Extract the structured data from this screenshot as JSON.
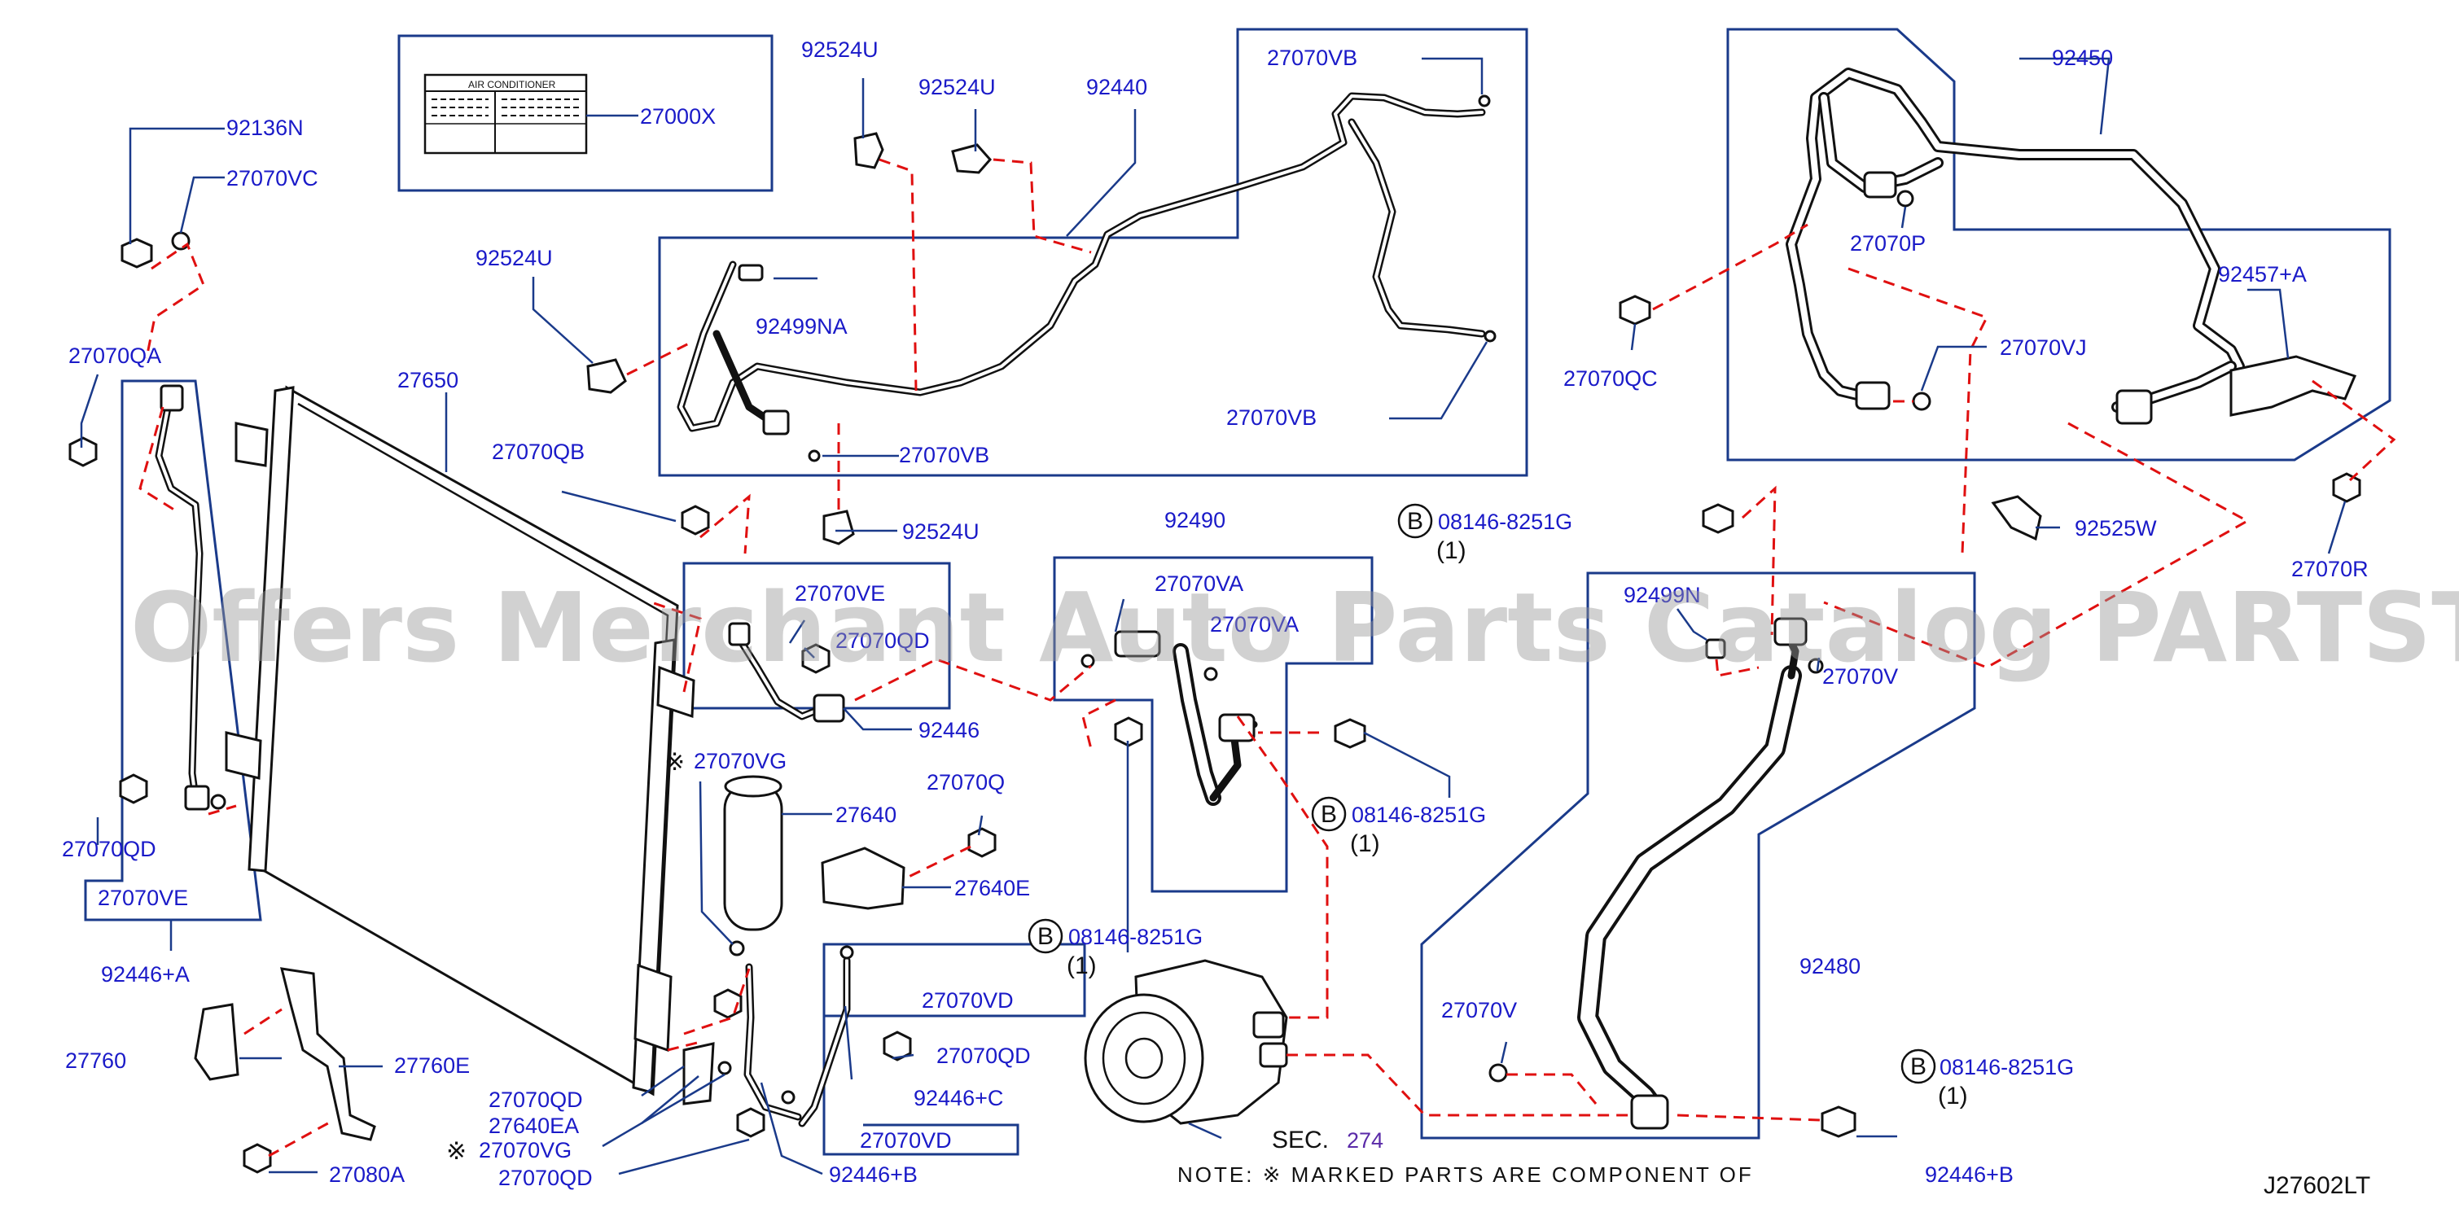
{
  "watermark": "Offers Merchant Auto Parts Catalog PARTSTORE.SA",
  "diagram_id": "J27602LT",
  "label_plate": {
    "title": "AIR    CONDITIONER",
    "part": "27000X"
  },
  "labels": {
    "p92136N": "92136N",
    "p27070VC": "27070VC",
    "p27070QA": "27070QA",
    "p27650": "27650",
    "p92524U_a": "92524U",
    "p92524U_b": "92524U",
    "p92524U_c": "92524U",
    "p92524U_d": "92524U",
    "p92440": "92440",
    "p27070VB_a": "27070VB",
    "p27070VB_b": "27070VB",
    "p27070VB_c": "27070VB",
    "p92499NA": "92499NA",
    "p27070QB": "27070QB",
    "p27070VE_a": "27070VE",
    "p27070QD_a": "27070QD",
    "p92446": "92446",
    "p92490": "92490",
    "p27070VA_a": "27070VA",
    "p27070VA_b": "27070VA",
    "p08146_a": "08146-8251G",
    "p08146_b": "08146-8251G",
    "p08146_c": "08146-8251G",
    "p08146_d": "08146-8251G",
    "qty_a": "(1)",
    "qty_b": "(1)",
    "qty_c": "(1)",
    "qty_d": "(1)",
    "p27070VG_a": "27070VG",
    "p27640": "27640",
    "p27070Q": "27070Q",
    "p27640E": "27640E",
    "p27070QD_b": "27070QD",
    "p27070VE_b": "27070VE",
    "p92446A": "92446+A",
    "p27760": "27760",
    "p27760E": "27760E",
    "p27080A": "27080A",
    "p27070QD_c": "27070QD",
    "p27640EA": "27640EA",
    "p27070VG_b": "27070VG",
    "p27070QD_d": "27070QD",
    "p92446B": "92446+B",
    "p27070VD_a": "27070VD",
    "p27070QD_e": "27070QD",
    "p92446C": "92446+C",
    "p27070VD_b": "27070VD",
    "p92450": "92450",
    "p27070P": "27070P",
    "p27070QC": "27070QC",
    "p27070VJ": "27070VJ",
    "p92457A": "92457+A",
    "p92525W": "92525W",
    "p27070R": "27070R",
    "p92499N": "92499N",
    "p27070V_a": "27070V",
    "p27070V_b": "27070V",
    "p92480": "92480",
    "sec": "SEC.",
    "sec_num": "274",
    "note_text": "NOTE:   ※ MARKED   PARTS   ARE   COMPONENT   OF",
    "note_part": "92446+B",
    "mark": "※",
    "circle_b": "B"
  }
}
